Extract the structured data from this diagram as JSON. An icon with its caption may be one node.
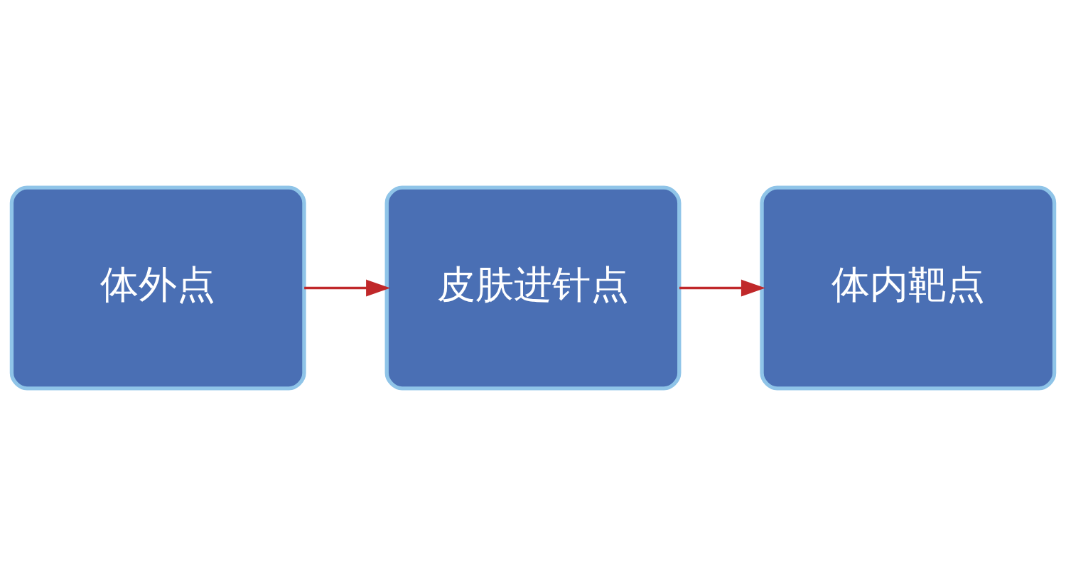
{
  "diagram": {
    "nodes": [
      {
        "text": [
          "体外点"
        ]
      },
      {
        "text": [
          "皮肤进针点"
        ]
      },
      {
        "text": [
          "体内靶点"
        ]
      }
    ],
    "edges": [
      {
        "from": 0,
        "to": 1,
        "arrow": "to",
        "color": "#c0282a"
      },
      {
        "from": 1,
        "to": 2,
        "arrow": "to",
        "color": "#c0282a"
      }
    ]
  }
}
